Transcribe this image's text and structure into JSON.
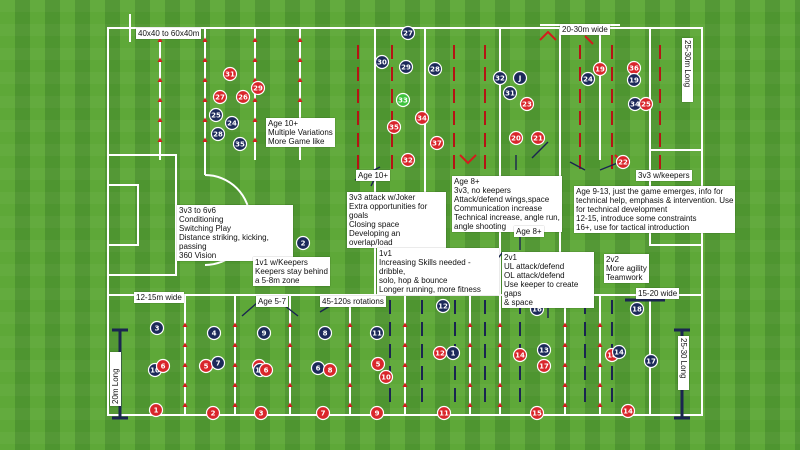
{
  "colors": {
    "grass_light": "#5ea838",
    "grass_dark": "#4e9530",
    "line": "#ffffff",
    "red_team": "#d9262b",
    "blue_team": "#1c2a5a",
    "cone": "#d31d1d",
    "pole": "#b51414",
    "goal_dark": "#1a2550"
  },
  "labels": {
    "field_top_left": "40x40 to 60x40m",
    "field_top_right": "20-30m wide",
    "side_right_top": "25-30m Long",
    "age10_multiple": "Age 10+\nMultiple Variations\nMore Game like",
    "age10_tag": "Age 10+",
    "age8_tag": "Age 8+",
    "age8_block": "Age 8+\n3v3, no keepers\nAttack/defend wings,space\nCommunication increase\nTechnical increase, angle run,\nangle shooting",
    "age9_13_block": "Age 9-13, just the game emerges, info for\ntechnical help, emphasis & intervention. Use\nfor technical development\n12-15, introduce some constraints\n16+, use for tactical introduction",
    "three_v3_keepers": "3v3 w/keepers",
    "three_to_six": "3v3 to 6v6\nConditioning\nSwitching Play\nDistance striking, kicking, passing\n360 Vision",
    "three_v3_joker": "3v3 attack w/Joker\nExtra opportunities for\ngoals\nClosing space\nDeveloping  an overlap/load",
    "one_v1_keepers": "1v1 w/Keepers\nKeepers stay behind\na 5-8m zone",
    "age5_7": "Age 5-7",
    "rotations": "45-120s rotations",
    "one_v1_block": "1v1\nIncreasing Skills needed - dribble,\nsolo, hop & bounce\nLonger running, more fitness",
    "two_v1_block": "2v1\nUL attack/defend\nOL attack/defend\nUse keeper to create gaps\n& space",
    "two_v2_block": "2v2\nMore agility\nTeamwork",
    "width_12_15": "12-15m wide",
    "width_15_20": "15-20 wide",
    "side_left_bottom": "20m Long",
    "side_right_bottom": "25-30 Long"
  },
  "players": [
    {
      "n": "31",
      "team": "red"
    },
    {
      "n": "27",
      "team": "red"
    },
    {
      "n": "26",
      "team": "red"
    },
    {
      "n": "29",
      "team": "red"
    },
    {
      "n": "25",
      "team": "blue"
    },
    {
      "n": "24",
      "team": "blue"
    },
    {
      "n": "28",
      "team": "blue"
    },
    {
      "n": "35",
      "team": "blue"
    },
    {
      "n": "27",
      "team": "blue"
    },
    {
      "n": "30",
      "team": "blue"
    },
    {
      "n": "29",
      "team": "blue"
    },
    {
      "n": "28",
      "team": "blue"
    },
    {
      "n": "33",
      "team": "green"
    },
    {
      "n": "34",
      "team": "red"
    },
    {
      "n": "35",
      "team": "red"
    },
    {
      "n": "37",
      "team": "red"
    },
    {
      "n": "32",
      "team": "red"
    },
    {
      "n": "32",
      "team": "blue"
    },
    {
      "n": "J",
      "team": "blue"
    },
    {
      "n": "31",
      "team": "blue"
    },
    {
      "n": "23",
      "team": "red"
    },
    {
      "n": "20",
      "team": "red"
    },
    {
      "n": "21",
      "team": "red"
    },
    {
      "n": "24",
      "team": "blue"
    },
    {
      "n": "19",
      "team": "red"
    },
    {
      "n": "22",
      "team": "red"
    },
    {
      "n": "36",
      "team": "red"
    },
    {
      "n": "19",
      "team": "blue"
    },
    {
      "n": "34",
      "team": "blue"
    },
    {
      "n": "25",
      "team": "red"
    },
    {
      "n": "2",
      "team": "blue"
    },
    {
      "n": "3",
      "team": "blue"
    },
    {
      "n": "10",
      "team": "blue"
    },
    {
      "n": "6",
      "team": "red"
    },
    {
      "n": "4",
      "team": "blue"
    },
    {
      "n": "5",
      "team": "red"
    },
    {
      "n": "7",
      "team": "blue"
    },
    {
      "n": "9",
      "team": "blue"
    },
    {
      "n": "8",
      "team": "red"
    },
    {
      "n": "15",
      "team": "blue"
    },
    {
      "n": "6",
      "team": "red"
    },
    {
      "n": "8",
      "team": "blue"
    },
    {
      "n": "6",
      "team": "blue"
    },
    {
      "n": "8",
      "team": "red"
    },
    {
      "n": "11",
      "team": "blue"
    },
    {
      "n": "5",
      "team": "red"
    },
    {
      "n": "10",
      "team": "red"
    },
    {
      "n": "12",
      "team": "blue"
    },
    {
      "n": "12",
      "team": "red"
    },
    {
      "n": "1",
      "team": "blue"
    },
    {
      "n": "16",
      "team": "blue"
    },
    {
      "n": "14",
      "team": "red"
    },
    {
      "n": "13",
      "team": "blue"
    },
    {
      "n": "17",
      "team": "red"
    },
    {
      "n": "18",
      "team": "blue"
    },
    {
      "n": "18",
      "team": "red"
    },
    {
      "n": "14",
      "team": "blue"
    },
    {
      "n": "17",
      "team": "blue"
    },
    {
      "n": "1",
      "team": "red"
    },
    {
      "n": "2",
      "team": "red"
    },
    {
      "n": "3",
      "team": "red"
    },
    {
      "n": "7",
      "team": "red"
    },
    {
      "n": "9",
      "team": "red"
    },
    {
      "n": "11",
      "team": "red"
    },
    {
      "n": "15",
      "team": "red"
    },
    {
      "n": "14",
      "team": "red"
    }
  ]
}
